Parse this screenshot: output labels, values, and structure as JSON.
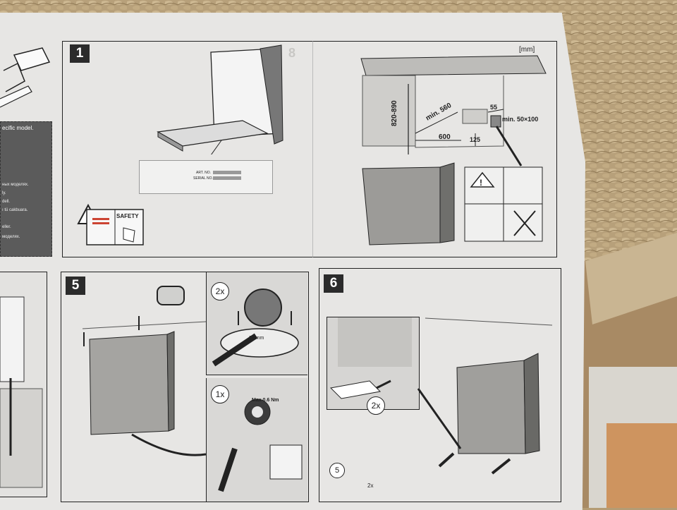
{
  "left_strip": {
    "specific_model": "ecific model.",
    "lang_lines": [
      "ных моделях.",
      "ly.",
      "dell.",
      "ı tü cakbuara.",
      "eller.",
      "моделях."
    ]
  },
  "panel_1": {
    "step": "1",
    "art_no_label": "ART. NO.",
    "serial_no_label": "SERIAL NO.",
    "safety_label": "SAFETY",
    "ghost_step": "8"
  },
  "panel_dims": {
    "unit": "[mm]",
    "height_range": "820-890",
    "depth_min": "min. 560",
    "width": "600",
    "dim_55": "55",
    "dim_125": "125",
    "hole_min": "min. 50×100",
    "warning_glyph": "!"
  },
  "panel_5": {
    "step": "5",
    "count_2x": "2x",
    "wrench_size": "24 mm",
    "count_1x": "1x",
    "torque": "Max 0.6 Nm"
  },
  "panel_6": {
    "step": "6",
    "count_2x": "2x",
    "part_number": "5",
    "screws_count": "2x"
  },
  "colors": {
    "paper": "#e7e6e4",
    "ink": "#222222",
    "rattan": "#b49c74",
    "panel_gray": "#bdbcb9"
  }
}
